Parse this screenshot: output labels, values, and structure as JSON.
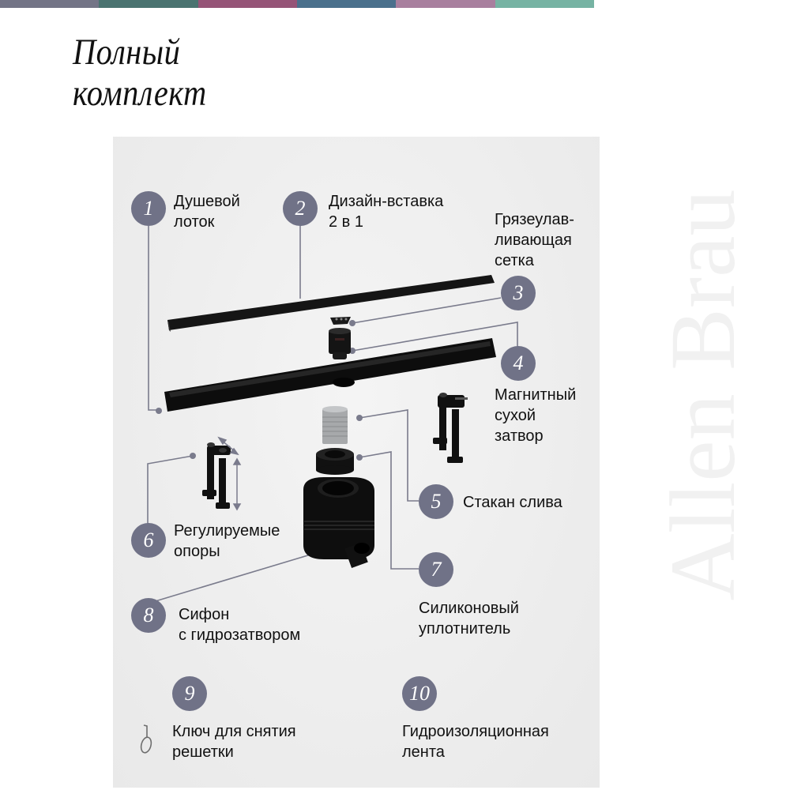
{
  "colorbar": [
    "#737486",
    "#4a7370",
    "#955477",
    "#4a708c",
    "#a87f9e",
    "#76b3a3"
  ],
  "title": {
    "line1": "Полный",
    "line2": "комплект"
  },
  "watermark": "Allen Brau",
  "colors": {
    "badge": "#707287",
    "leader_line": "#7a7b8c",
    "panel": "#ececec",
    "product": "#111111"
  },
  "items": [
    {
      "number": "1",
      "label_line1": "Душевой",
      "label_line2": "лоток"
    },
    {
      "number": "2",
      "label_line1": "Дизайн-вставка",
      "label_line2": "2 в 1"
    },
    {
      "number": "3",
      "label_line1": "Грязеулав-",
      "label_line2": "ливающая",
      "label_line3": "сетка"
    },
    {
      "number": "4",
      "label_line1": "Магнитный",
      "label_line2": "сухой",
      "label_line3": "затвор"
    },
    {
      "number": "5",
      "label_line1": "Стакан слива"
    },
    {
      "number": "6",
      "label_line1": "Регулируемые",
      "label_line2": "опоры"
    },
    {
      "number": "7",
      "label_line1": "Силиконовый",
      "label_line2": "уплотнитель"
    },
    {
      "number": "8",
      "label_line1": "Сифон",
      "label_line2": "с гидрозатвором"
    },
    {
      "number": "9",
      "label_line1": "Ключ для снятия",
      "label_line2": "решетки"
    },
    {
      "number": "10",
      "label_line1": "Гидроизоляционная",
      "label_line2": "лента"
    }
  ]
}
